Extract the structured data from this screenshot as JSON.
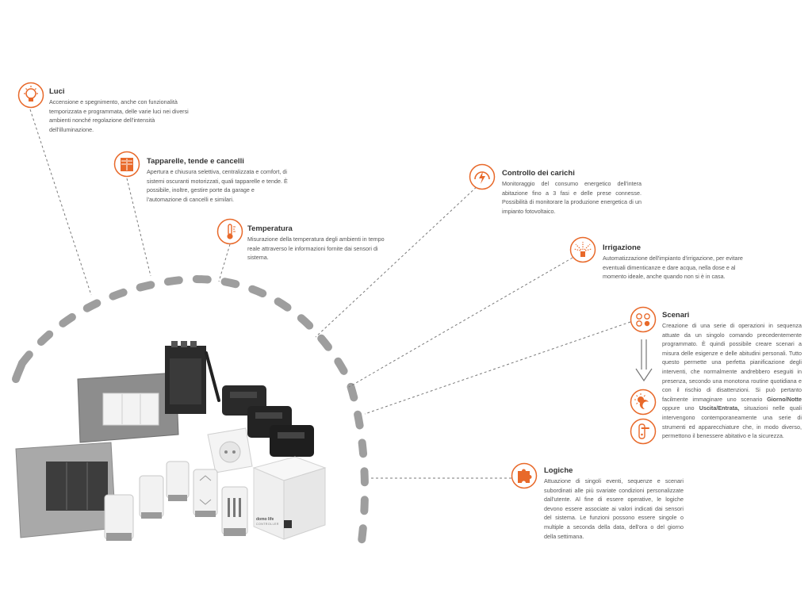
{
  "features": {
    "luci": {
      "title": "Luci",
      "text": "Accensione e spegnimento, anche con funzionalità temporizzata e programmata, delle varie luci nei diversi ambienti nonché regolazione dell'intensità dell'illuminazione."
    },
    "tapparelle": {
      "title": "Tapparelle, tende e cancelli",
      "text": "Apertura e chiusura selettiva, centralizzata e comfort, di sistemi oscuranti motorizzati, quali tapparelle e tende. È possibile, inoltre, gestire porte da garage e l'automazione di cancelli e similari."
    },
    "temperatura": {
      "title": "Temperatura",
      "text": "Misurazione della temperatura degli ambienti in tempo reale attraverso le informazioni fornite dai sensori di sistema."
    },
    "carichi": {
      "title": "Controllo dei carichi",
      "text": "Monitoraggio del consumo energetico dell'intera abitazione fino a 3 fasi e delle prese connesse. Possibilità di monitorare la produzione energetica di un impianto fotovoltaico."
    },
    "irrigazione": {
      "title": "Irrigazione",
      "text": "Automatizzazione dell'impianto d'irrigazione, per evitare eventuali dimenticanze e dare acqua, nella dose e al momento ideale, anche quando non si è in casa."
    },
    "scenari": {
      "title": "Scenari",
      "text_a": "Creazione di una serie di operazioni in sequenza attuate da un singolo comando precedentemente programmato. È quindi possibile creare scenari a misura delle esigenze e delle abitudini personali. Tutto questo permette una perfetta pianificazione degli interventi, che normalmente andrebbero eseguiti in presenza, secondo una monotona routine quotidiana e con il rischio di disattenzioni. Si può pertanto facilmente immaginare uno scenario ",
      "bold_1": "Giorno/Notte",
      "text_b": " oppure uno ",
      "bold_2": "Uscita/Entrata,",
      "text_c": " situazioni nelle quali intervengono contemporaneamente una serie di strumenti ed apparecchiature che, in modo diverso, permettono il benessere abitativo e la sicurezza."
    },
    "logiche": {
      "title": "Logiche",
      "text": "Attuazione di singoli eventi, sequenze e scenari subordinati alle più svariate condizioni personalizzate dall'utente. Al fine di essere operative, le logiche devono essere associate ai valori indicati dai sensori del sistema. Le funzioni possono essere singole o multiple a seconda della data, dell'ora o del giorno della settimana."
    }
  },
  "icons": {
    "luci": "lightbulb-icon",
    "tapparelle": "shutter-icon",
    "temperatura": "thermometer-icon",
    "carichi": "energy-meter-icon",
    "irrigazione": "sprinkler-icon",
    "scenari": "scenario-buttons-icon",
    "giorno_notte": "day-night-icon",
    "uscita_entrata": "door-handle-icon",
    "logiche": "puzzle-icon"
  },
  "device_labels": {
    "brand": "domo life",
    "controller_label": "CONTROLLER"
  },
  "colors": {
    "accent": "#e8692a",
    "arc": "#9a9a9a",
    "text": "#555555"
  }
}
